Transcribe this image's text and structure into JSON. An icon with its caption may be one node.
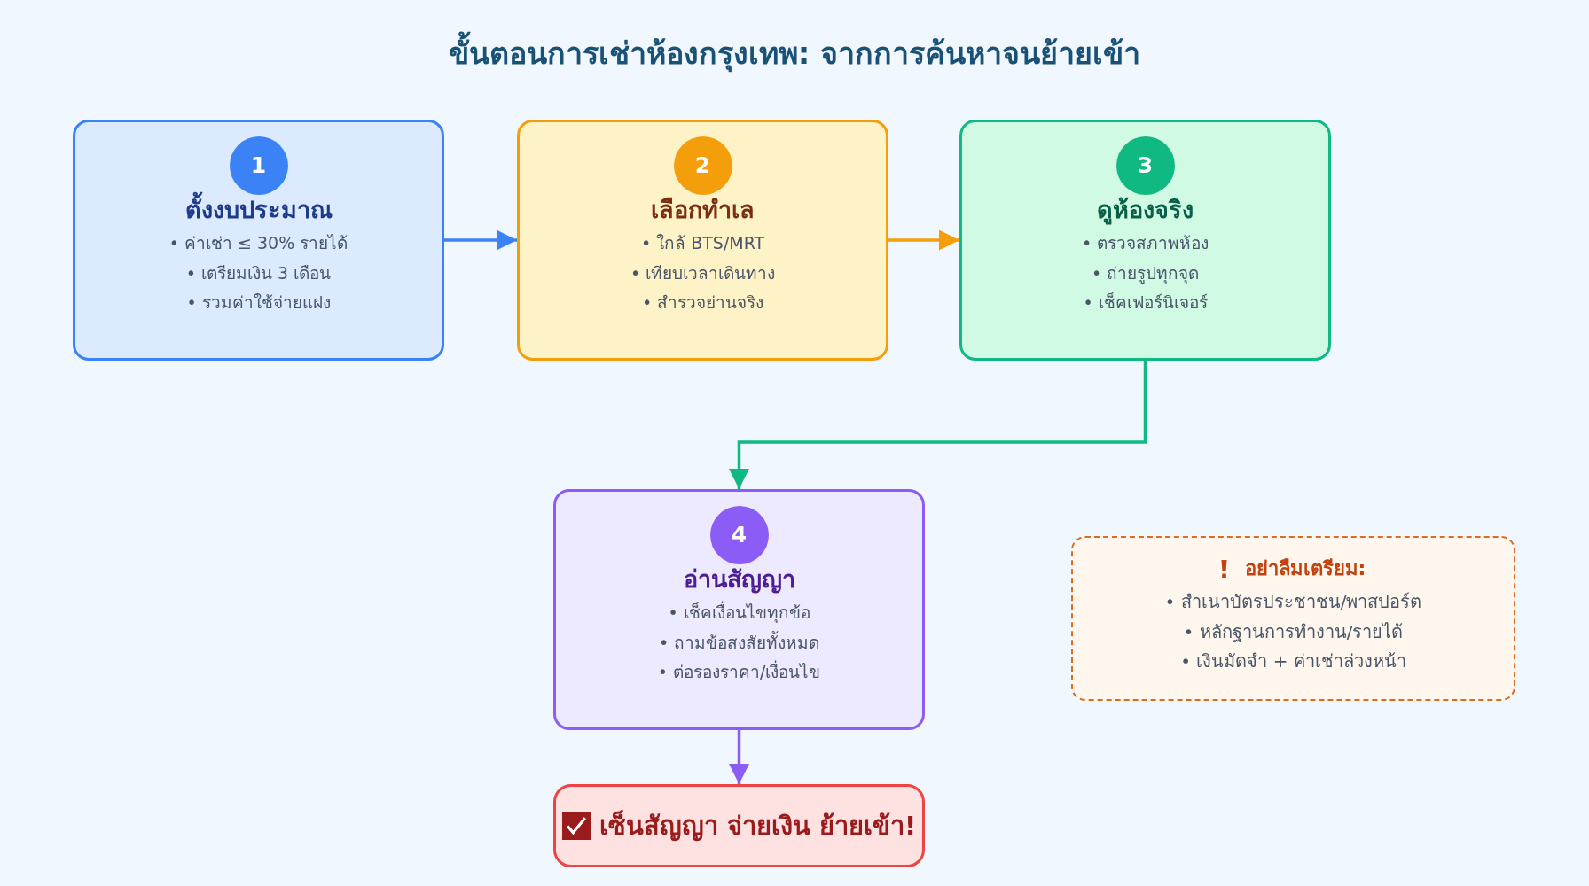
{
  "diagram": {
    "title": "ขั้นตอนการเช่าห้องกรุงเทพ: จากการค้นหาจนย้ายเข้า",
    "nodes": [
      {
        "text": [
          "ตั้งงบประมาณ",
          "• ค่าเช่า ≤ 30% รายได้",
          "• เตรียมเงิน 3 เดือน",
          "• รวมค่าใช้จ่ายแฝง"
        ]
      },
      {
        "text": [
          "1"
        ],
        "in": 0
      },
      {
        "text": [
          "เลือกทำเล",
          "• ใกล้ BTS/MRT",
          "• เทียบเวลาเดินทาง",
          "• สำรวจย่านจริง"
        ]
      },
      {
        "text": [
          "2"
        ],
        "in": 2
      },
      {
        "text": [
          "ดูห้องจริง",
          "• ตรวจสภาพห้อง",
          "• ถ่ายรูปทุกจุด",
          "• เช็คเฟอร์นิเจอร์"
        ]
      },
      {
        "text": [
          "3"
        ],
        "in": 4
      },
      {
        "text": [
          "อ่านสัญญา",
          "• เช็คเงื่อนไขทุกข้อ",
          "• ถามข้อสงสัยทั้งหมด",
          "• ต่อรองราคา/เงื่อนไข"
        ]
      },
      {
        "text": [
          "4"
        ],
        "in": 6
      },
      {
        "text": [
          "อย่าลืมเตรียม:",
          "• สำเนาบัตรประชาชน/พาสปอร์ต",
          "• หลักฐานการทำงาน/รายได้",
          "• เงินมัดจำ + ค่าเช่าล่วงหน้า"
        ]
      },
      {
        "text": [
          "เซ็นสัญญา จ่ายเงิน ย้ายเข้า!"
        ]
      }
    ],
    "edges": [
      {
        "from": 0,
        "to": 2,
        "arrow": "to",
        "color": "#3b82f6"
      },
      {
        "from": 2,
        "to": 4,
        "arrow": "to",
        "color": "#f59e0b"
      },
      {
        "from": 4,
        "to": 6,
        "arrow": "to",
        "color": "#10b981"
      },
      {
        "from": 6,
        "to": 9,
        "arrow": "to",
        "color": "#8b5cf6"
      }
    ]
  }
}
